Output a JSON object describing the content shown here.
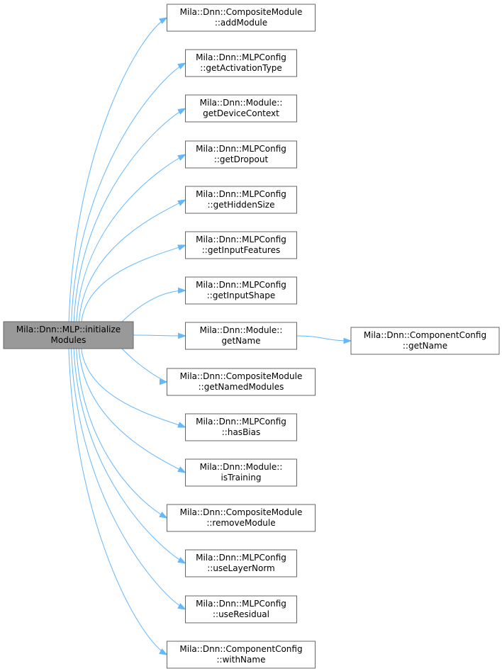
{
  "root": {
    "lines": [
      "Mila::Dnn::MLP::initialize",
      "Modules"
    ]
  },
  "callees": [
    {
      "id": "addModule",
      "lines": [
        "Mila::Dnn::CompositeModule",
        "::addModule"
      ]
    },
    {
      "id": "getActivationType",
      "lines": [
        "Mila::Dnn::MLPConfig",
        "::getActivationType"
      ]
    },
    {
      "id": "getDeviceContext",
      "lines": [
        "Mila::Dnn::Module::",
        "getDeviceContext"
      ]
    },
    {
      "id": "getDropout",
      "lines": [
        "Mila::Dnn::MLPConfig",
        "::getDropout"
      ]
    },
    {
      "id": "getHiddenSize",
      "lines": [
        "Mila::Dnn::MLPConfig",
        "::getHiddenSize"
      ]
    },
    {
      "id": "getInputFeatures",
      "lines": [
        "Mila::Dnn::MLPConfig",
        "::getInputFeatures"
      ]
    },
    {
      "id": "getInputShape",
      "lines": [
        "Mila::Dnn::MLPConfig",
        "::getInputShape"
      ]
    },
    {
      "id": "getName",
      "lines": [
        "Mila::Dnn::Module::",
        "getName"
      ]
    },
    {
      "id": "getNamedModules",
      "lines": [
        "Mila::Dnn::CompositeModule",
        "::getNamedModules"
      ]
    },
    {
      "id": "hasBias",
      "lines": [
        "Mila::Dnn::MLPConfig",
        "::hasBias"
      ]
    },
    {
      "id": "isTraining",
      "lines": [
        "Mila::Dnn::Module::",
        "isTraining"
      ]
    },
    {
      "id": "removeModule",
      "lines": [
        "Mila::Dnn::CompositeModule",
        "::removeModule"
      ]
    },
    {
      "id": "useLayerNorm",
      "lines": [
        "Mila::Dnn::MLPConfig",
        "::useLayerNorm"
      ]
    },
    {
      "id": "useResidual",
      "lines": [
        "Mila::Dnn::MLPConfig",
        "::useResidual"
      ]
    },
    {
      "id": "withName",
      "lines": [
        "Mila::Dnn::ComponentConfig",
        "::withName"
      ]
    }
  ],
  "secondary": [
    {
      "id": "componentGetName",
      "from": "getName",
      "lines": [
        "Mila::Dnn::ComponentConfig",
        "::getName"
      ]
    }
  ],
  "colors": {
    "edge": "#63b8ff",
    "node_border": "#666666",
    "root_fill": "#999999",
    "node_fill": "#ffffff"
  }
}
